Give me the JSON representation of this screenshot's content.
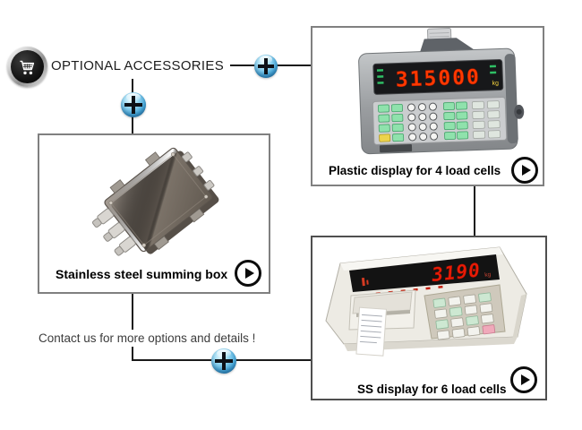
{
  "title": "OPTIONAL ACCESSORIES",
  "contact_note": "Contact us for more options and details !",
  "cards": {
    "summing_box": {
      "label": "Stainless steel summing box"
    },
    "plastic_display": {
      "label": "Plastic display for 4 load cells",
      "screen_value": "315000",
      "screen_unit": "kg"
    },
    "ss_display": {
      "label": "SS display for 6 load cells",
      "screen_value": "3190",
      "screen_unit": "kg"
    }
  },
  "icons": {
    "header_icon": "shopping-cart",
    "connector_icon": "plus",
    "video_icon": "play"
  },
  "colors": {
    "connector_line": "#1a1a1a",
    "box_border": "#808080",
    "sphere_blue": "#48a9da",
    "led_red": "#ff3300",
    "label_text": "#000000",
    "note_text": "#3c3c3c"
  }
}
